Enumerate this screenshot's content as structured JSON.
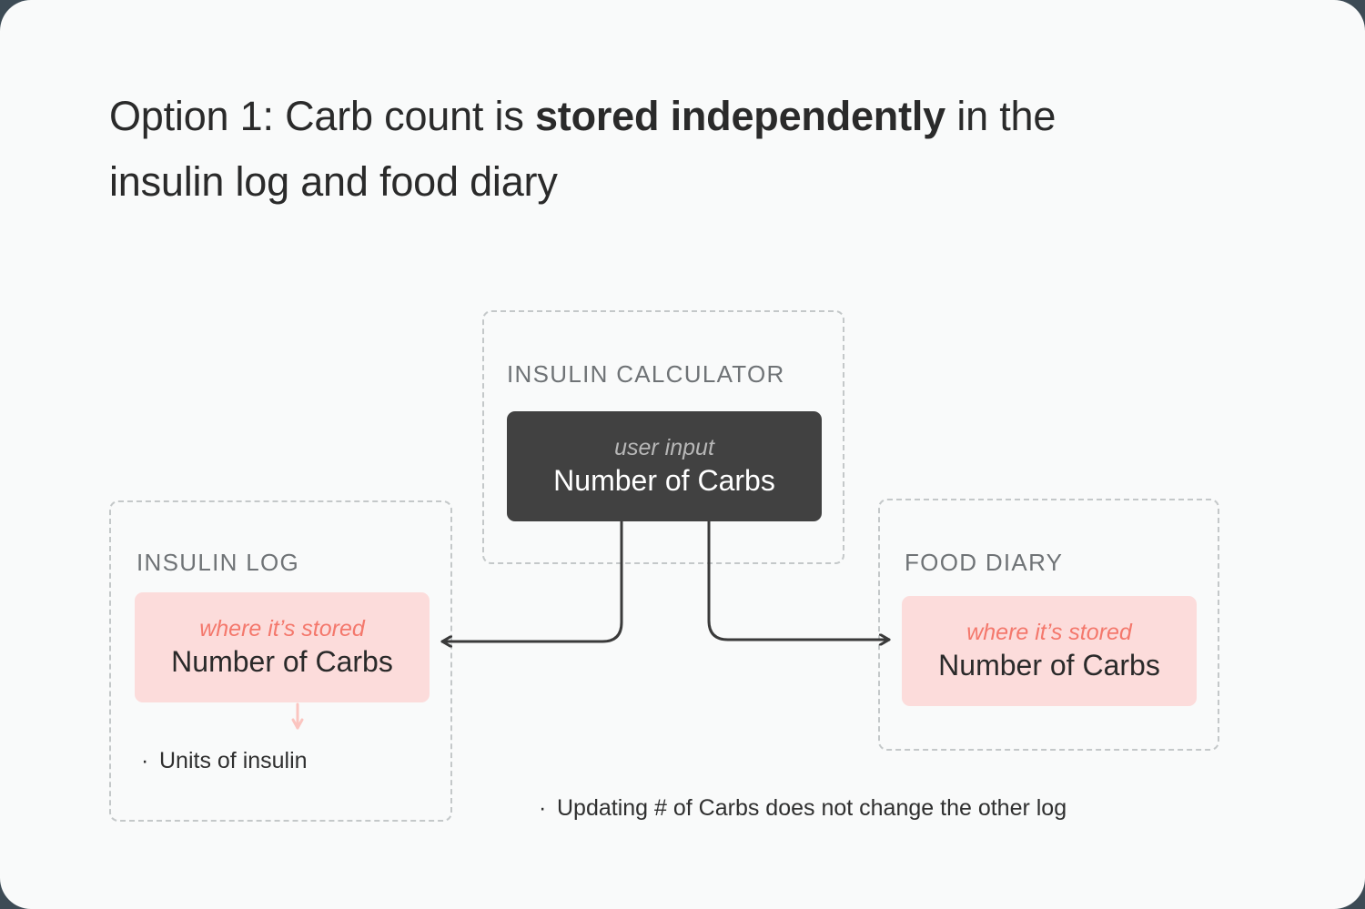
{
  "canvas": {
    "background": "#f9fafa",
    "page_background": "#3d4b55"
  },
  "title": {
    "line1_prefix": "Option 1: Carb count is ",
    "line1_bold": "stored independently",
    "line1_suffix": " in the",
    "line2": "insulin log and food diary",
    "full_text": "Option 1: Carb count is stored independently in the insulin log and food diary"
  },
  "groups": {
    "calculator": {
      "label": "INSULIN CALCULATOR"
    },
    "insulin_log": {
      "label": "INSULIN LOG"
    },
    "food_diary": {
      "label": "FOOD DIARY"
    }
  },
  "nodes": {
    "user_input": {
      "kicker": "user input",
      "title": "Number of Carbs",
      "fill": "#414141",
      "kicker_color": "#b7b7b7",
      "title_color": "#ffffff"
    },
    "log_stored": {
      "kicker": "where it’s stored",
      "title": "Number of Carbs",
      "fill": "#fcdcdb",
      "kicker_color": "#f4786c",
      "title_color": "#2a2a2a"
    },
    "diary_stored": {
      "kicker": "where it’s stored",
      "title": "Number of Carbs",
      "fill": "#fcdcdb",
      "kicker_color": "#f4786c",
      "title_color": "#2a2a2a"
    }
  },
  "bullets": {
    "units_of_insulin": "Units of insulin",
    "note": "Updating # of Carbs does not change the other log",
    "marker": "·"
  },
  "connectors": {
    "arrow_color": "#3a3a3a",
    "pink_arrow_color": "#fbc5c0",
    "dashed_border_color": "#c4c8c9",
    "left_branch_label": "user-input-to-insulin-log",
    "right_branch_label": "user-input-to-food-diary",
    "derive_label": "carbs-to-units-of-insulin"
  }
}
